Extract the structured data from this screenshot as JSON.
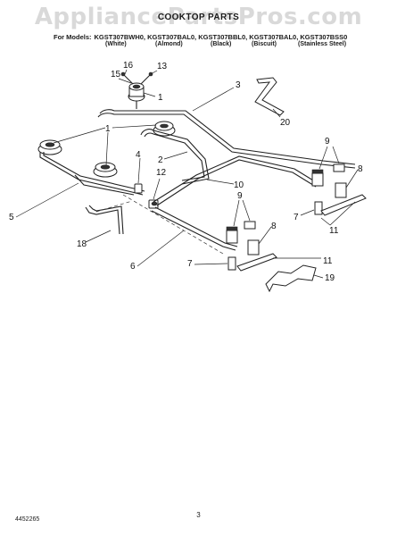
{
  "watermark": "AppliancePartsPros.com",
  "title": "COOKTOP PARTS",
  "models": {
    "prefix": "For Models:",
    "list": "KGST307BWH0, KGST307BAL0, KGST307BBL0, KGST307BAL0, KGST307BSS0"
  },
  "colors": [
    {
      "label": "(White)"
    },
    {
      "label": "(Almond)"
    },
    {
      "label": "(Black)"
    },
    {
      "label": "(Biscuit)"
    },
    {
      "label": "(Stainless Steel)"
    }
  ],
  "callouts": [
    "16",
    "15",
    "13",
    "1",
    "3",
    "20",
    "1",
    "9",
    "2",
    "4",
    "12",
    "8",
    "10",
    "9",
    "5",
    "7",
    "8",
    "18",
    "11",
    "7",
    "6",
    "11",
    "19"
  ],
  "footer": {
    "code": "4452265",
    "page": "3"
  }
}
